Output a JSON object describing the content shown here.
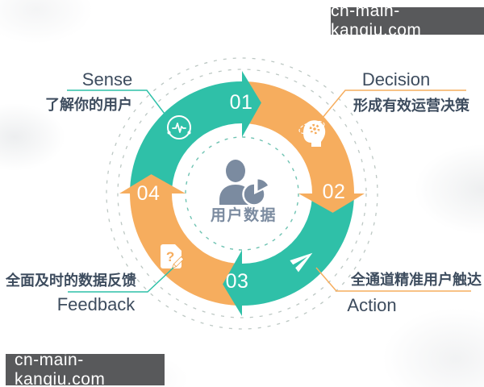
{
  "watermark": {
    "text": "cn-main-kanqiu.com"
  },
  "diagram": {
    "center": {
      "label": "用户数据",
      "icon": "user-data-pie-icon"
    },
    "steps": [
      {
        "number": "01",
        "title": "Sense",
        "subtitle": "了解你的用户",
        "icon": "pulse-monitor-icon",
        "segment_color": "#2fc0a8",
        "label_position": "top-left"
      },
      {
        "number": "02",
        "title": "Decision",
        "subtitle": "形成有效运营决策",
        "icon": "thinking-head-icon",
        "segment_color": "#f6ad5e",
        "label_position": "top-right"
      },
      {
        "number": "03",
        "title": "Action",
        "subtitle": "全通道精准用户触达",
        "icon": "paper-plane-icon",
        "segment_color": "#2fc0a8",
        "label_position": "bottom-right"
      },
      {
        "number": "04",
        "title": "Feedback",
        "subtitle": "全面及时的数据反馈",
        "icon": "question-note-icon",
        "segment_color": "#f6ad5e",
        "label_position": "bottom-left"
      }
    ]
  },
  "icons": {
    "question_glyph": "?"
  },
  "colors": {
    "teal": "#2fc0a8",
    "orange": "#f6ad5e",
    "text_dark": "#3d4c5e",
    "center_slate": "#7b8ba0",
    "watermark_bg": "#58595b",
    "watermark_text": "#ffffff",
    "dashed_outer": "#bdc8c4",
    "dashed_inner": "#6fc3b2"
  }
}
